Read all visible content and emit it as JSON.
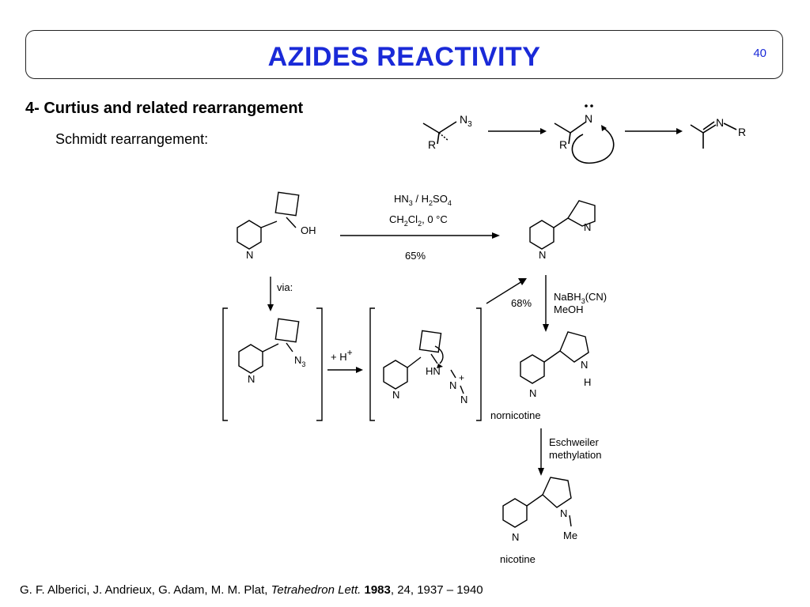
{
  "header": {
    "title": "AZIDES REACTIVITY",
    "page_number": "40"
  },
  "section": {
    "heading": "4- Curtius and related rearrangement",
    "subheading": "Schmidt rearrangement:"
  },
  "general_scheme": {
    "r_label": "R",
    "r_label_2": "R",
    "n3_label": "N",
    "n3_sub": "3",
    "n_label": "N",
    "product_n": "N",
    "product_r": "R"
  },
  "reaction": {
    "reagent_line1_a": "HN",
    "reagent_line1_b": "3",
    "reagent_line1_c": " / H",
    "reagent_line1_d": "2",
    "reagent_line1_e": "SO",
    "reagent_line1_f": "4",
    "reagent_line2_a": "CH",
    "reagent_line2_b": "2",
    "reagent_line2_c": "Cl",
    "reagent_line2_d": "2",
    "reagent_line2_e": ", 0 °C",
    "yield_main": "65%",
    "via_label": "via:",
    "oh_label": "OH",
    "n_ring": "N",
    "azide_n": "N",
    "azide_sub": "3",
    "plus_h": "+ H",
    "plus_sign": "+",
    "hn_label": "HN",
    "n_mid": "N",
    "n_end": "N",
    "yield_side": "68%",
    "reduction_line1_a": "NaBH",
    "reduction_line1_b": "3",
    "reduction_line1_c": "(CN)",
    "reduction_line2": "MeOH",
    "pyrroline_n": "N",
    "pyrrolidine_n": "N",
    "pyrrolidine_h": "H",
    "nornicotine_label": "nornicotine",
    "methylation_line1": "Eschweiler",
    "methylation_line2": "methylation",
    "nicotine_n": "N",
    "nicotine_me": "Me",
    "nicotine_label": "nicotine"
  },
  "reference": {
    "authors": "G. F. Alberici, J. Andrieux, G. Adam, M. M. Plat, ",
    "journal": "Tetrahedron Lett.",
    "year": "1983",
    "details": ", 24, 1937 – 1940"
  }
}
